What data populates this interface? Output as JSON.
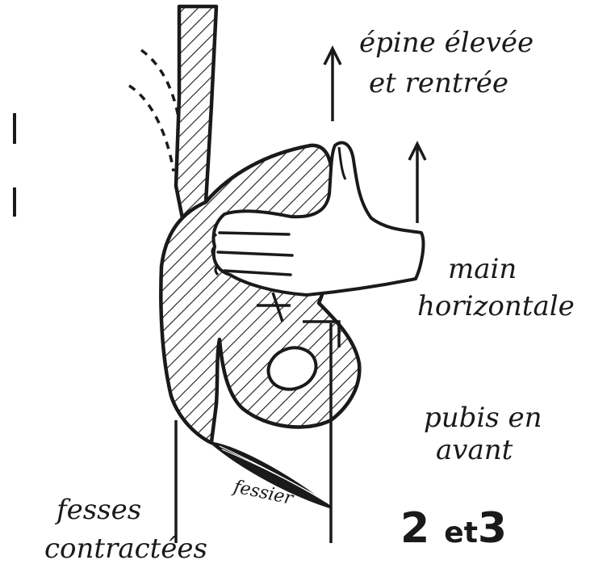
{
  "labels": {
    "spine": [
      "épine élevée",
      "et rentrée"
    ],
    "hand": [
      "main",
      "horizontale"
    ],
    "pubis": [
      "pubis en",
      "avant"
    ],
    "muscle": "fessier",
    "buttocks": [
      "fesses",
      "contractées"
    ],
    "figure_number": {
      "a": "2",
      "b": "et",
      "c": "3"
    }
  },
  "colors": {
    "ink": "#1a1a1a",
    "paper": "#ffffff"
  },
  "icons": [
    "up-arrow",
    "hatching"
  ]
}
